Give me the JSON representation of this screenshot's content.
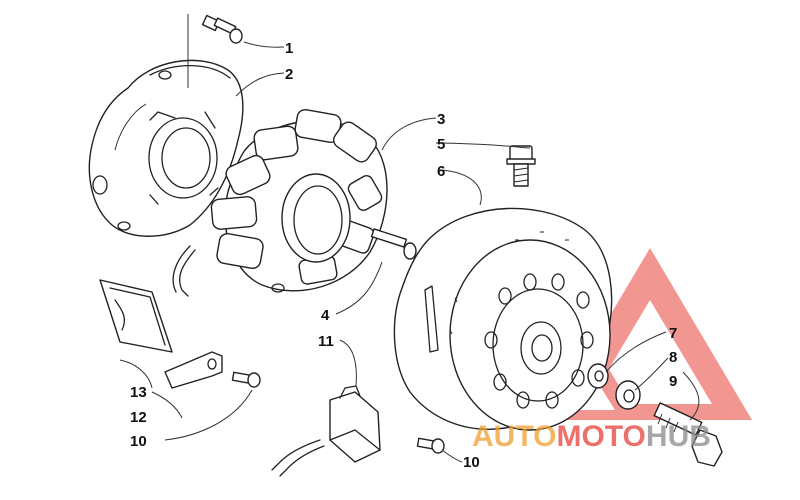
{
  "diagram": {
    "callouts": [
      {
        "id": "c1",
        "label": "1"
      },
      {
        "id": "c2",
        "label": "2"
      },
      {
        "id": "c3",
        "label": "3"
      },
      {
        "id": "c4",
        "label": "4"
      },
      {
        "id": "c5",
        "label": "5"
      },
      {
        "id": "c6",
        "label": "6"
      },
      {
        "id": "c7",
        "label": "7"
      },
      {
        "id": "c8",
        "label": "8"
      },
      {
        "id": "c9",
        "label": "9"
      },
      {
        "id": "c10a",
        "label": "10"
      },
      {
        "id": "c10b",
        "label": "10"
      },
      {
        "id": "c11",
        "label": "11"
      },
      {
        "id": "c12",
        "label": "12"
      },
      {
        "id": "c13",
        "label": "13"
      }
    ]
  },
  "watermark": {
    "part1": "AUTO",
    "part2": "MOTO",
    "part3": "HUB",
    "colors": {
      "red": "#e8413a",
      "orange": "#f0a030",
      "gray": "#8a8a8a"
    }
  }
}
